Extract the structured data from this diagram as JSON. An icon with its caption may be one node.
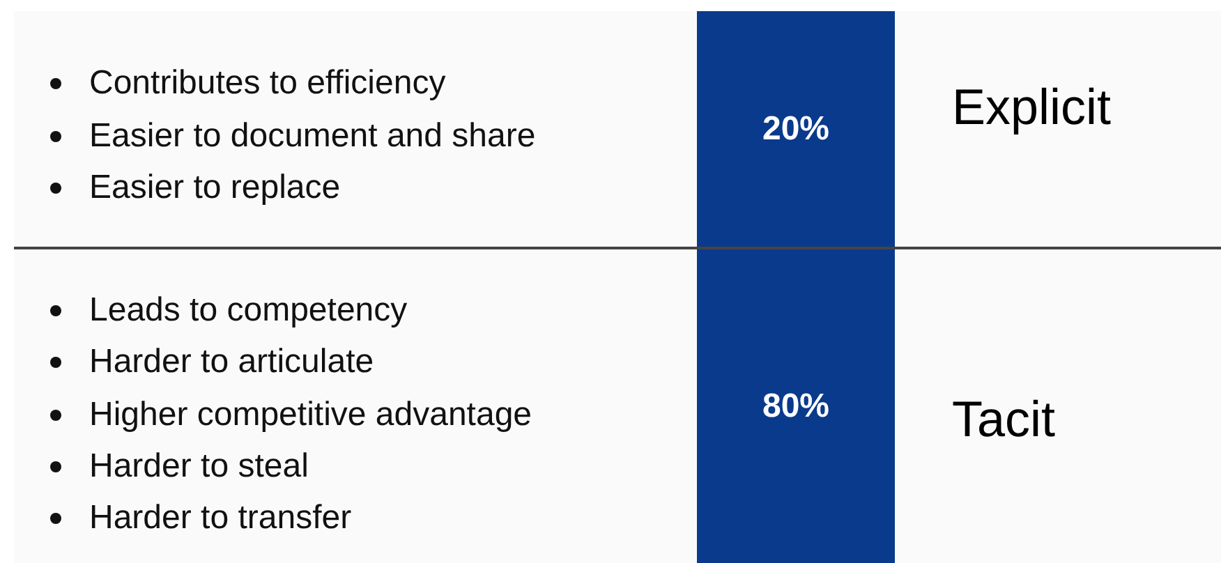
{
  "diagram": {
    "nodes": [
      {
        "text": [
          "20%"
        ]
      },
      {
        "text": [
          "80%"
        ]
      }
    ],
    "labels": [
      "Contributes to efficiency",
      "Easier to document and share",
      "Easier to replace",
      "Explicit",
      "Leads to competency",
      "Harder to articulate",
      "Higher competitive advantage",
      "Harder to steal",
      "Harder to transfer",
      "Tacit"
    ]
  }
}
